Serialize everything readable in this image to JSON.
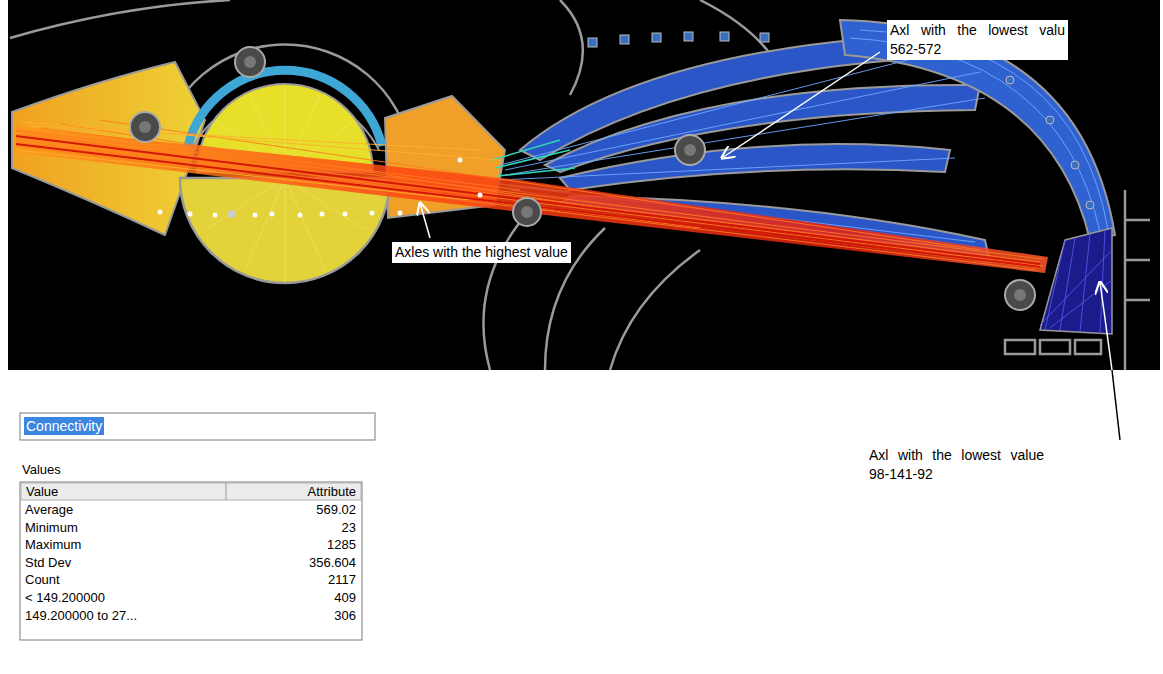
{
  "diagram": {
    "labels": [
      "Axl with the lowest valu 562-572",
      "Axles with the highest value",
      "Axl with the lowest value 98-141-92",
      "Connectivity",
      "Values",
      "Value",
      "Attribute",
      "Average",
      "569.02",
      "Minimum",
      "23",
      "Maximum",
      "1285",
      "Std Dev",
      "356.604",
      "Count",
      "2117",
      "< 149.200000",
      "409",
      "149.200000 to 27...",
      "306"
    ]
  }
}
